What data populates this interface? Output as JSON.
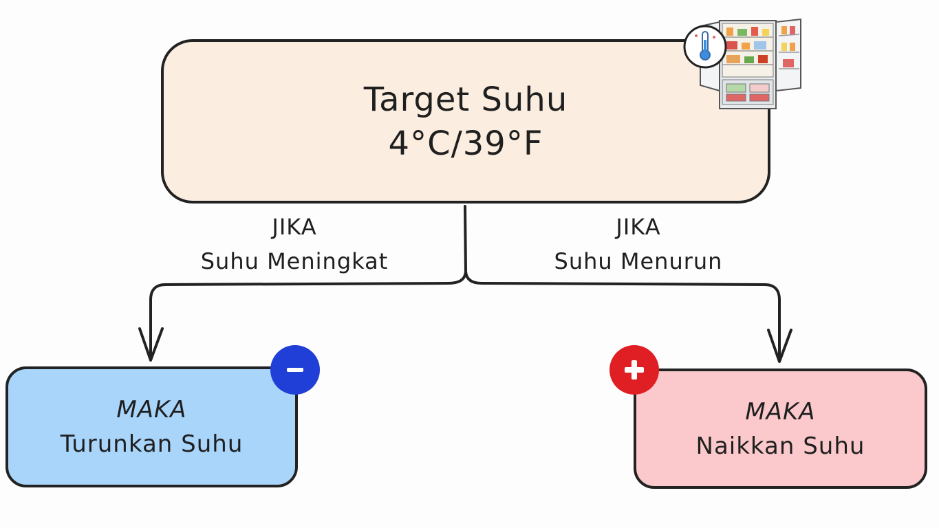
{
  "target": {
    "title": "Target Suhu",
    "value": "4°C/39°F"
  },
  "conditions": {
    "left": {
      "keyword": "JIKA",
      "text": "Suhu Meningkat"
    },
    "right": {
      "keyword": "JIKA",
      "text": "Suhu Menurun"
    }
  },
  "results": {
    "left": {
      "keyword": "MAKA",
      "text": "Turunkan Suhu",
      "badge_icon": "minus-icon",
      "color": "#a9d5fb",
      "badge_color": "#1f3fd6"
    },
    "right": {
      "keyword": "MAKA",
      "text": "Naikkan Suhu",
      "badge_icon": "plus-icon",
      "color": "#fbc9cb",
      "badge_color": "#df1f24"
    }
  },
  "icons": {
    "top_right": "fridge-thermometer-icon"
  },
  "colors": {
    "target_box": "#fbeee0",
    "stroke": "#222222"
  }
}
